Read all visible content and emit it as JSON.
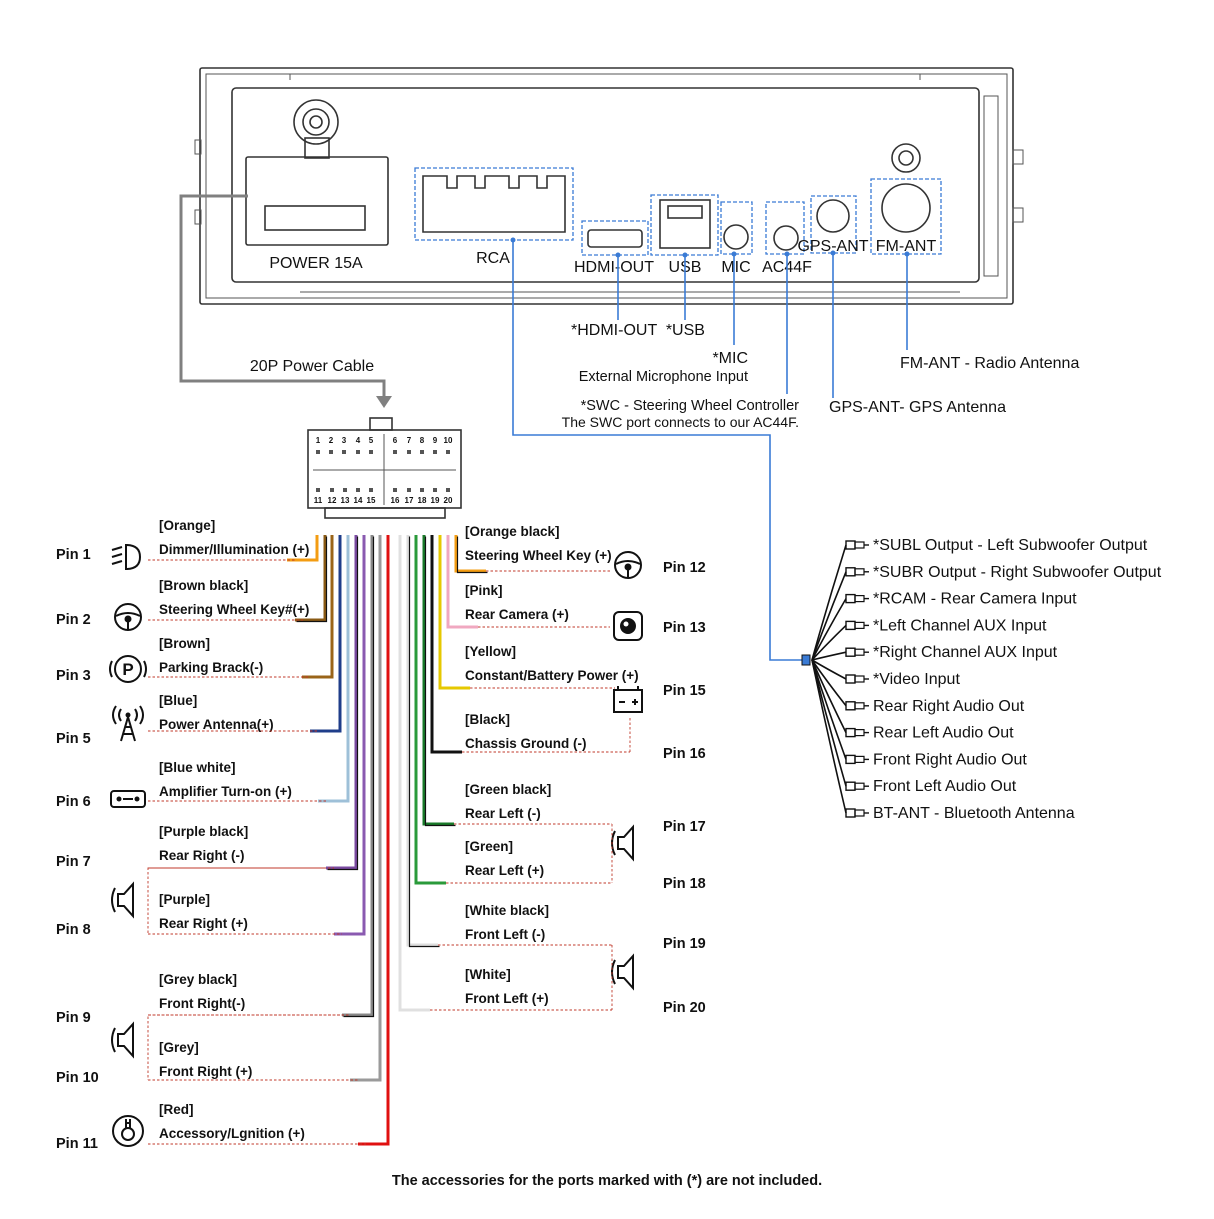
{
  "unit": {
    "ports": {
      "power": "POWER 15A",
      "rca": "RCA",
      "hdmi": "HDMI-OUT",
      "usb": "USB",
      "mic": "MIC",
      "ac44f": "AC44F",
      "gps": "GPS-ANT",
      "fm": "FM-ANT"
    }
  },
  "callouts": {
    "hdmi_usb": "*HDMI-OUT  *USB",
    "mic_title": "*MIC",
    "mic_desc": "External Microphone Input",
    "swc_title": "*SWC - Steering Wheel Controller",
    "swc_desc": "The SWC port connects to our AC44F.",
    "gps": "GPS-ANT- GPS Antenna",
    "fm": "FM-ANT - Radio Antenna"
  },
  "power_cable": {
    "title": "20P Power Cable",
    "top_numbers": [
      "1",
      "2",
      "3",
      "4",
      "5",
      "6",
      "7",
      "8",
      "9",
      "10"
    ],
    "bottom_numbers": [
      "11",
      "12",
      "13",
      "14",
      "15",
      "16",
      "17",
      "18",
      "19",
      "20"
    ]
  },
  "pins_left": [
    {
      "pin": "Pin 1",
      "color": "[Orange]",
      "function": "Dimmer/Illumination (+)",
      "icon": "headlight-icon",
      "wire": "#f39c12",
      "stripe": ""
    },
    {
      "pin": "Pin 2",
      "color": "[Brown black]",
      "function": "Steering Wheel Key#(+)",
      "icon": "steering-wheel-icon",
      "wire": "#8a5a14",
      "stripe": "#111111"
    },
    {
      "pin": "Pin 3",
      "color": "[Brown]",
      "function": "Parking Brack(-)",
      "icon": "parking-icon",
      "wire": "#9a6418",
      "stripe": ""
    },
    {
      "pin": "Pin 5",
      "color": "[Blue]",
      "function": "Power Antenna(+)",
      "icon": "antenna-icon",
      "wire": "#1f3d8a",
      "stripe": ""
    },
    {
      "pin": "Pin 6",
      "color": "[Blue white]",
      "function": "Amplifier Turn-on (+)",
      "icon": "amplifier-icon",
      "wire": "#9ec0d8",
      "stripe": ""
    },
    {
      "pin": "Pin 7",
      "color": "[Purple black]",
      "function": "Rear Right (-)",
      "icon": "speaker-icon",
      "wire": "#7a4aa0",
      "stripe": "#111111"
    },
    {
      "pin": "Pin 8",
      "color": "[Purple]",
      "function": "Rear Right (+)",
      "icon": "",
      "wire": "#8a5ab0",
      "stripe": ""
    },
    {
      "pin": "Pin 9",
      "color": "[Grey black]",
      "function": "Front Right(-)",
      "icon": "speaker-icon",
      "wire": "#888888",
      "stripe": "#111111"
    },
    {
      "pin": "Pin 10",
      "color": "[Grey]",
      "function": "Front Right (+)",
      "icon": "",
      "wire": "#9a9a9a",
      "stripe": ""
    },
    {
      "pin": "Pin 11",
      "color": "[Red]",
      "function": "Accessory/Lgnition (+)",
      "icon": "ignition-icon",
      "wire": "#e01010",
      "stripe": ""
    }
  ],
  "pins_right": [
    {
      "pin": "Pin 12",
      "color": "[Orange black]",
      "function": "Steering Wheel Key (+)",
      "icon": "steering-wheel-icon",
      "wire": "#f39c12",
      "stripe": "#111111"
    },
    {
      "pin": "Pin 13",
      "color": "[Pink]",
      "function": "Rear Camera (+)",
      "icon": "camera-icon",
      "wire": "#f0a8c0",
      "stripe": ""
    },
    {
      "pin": "Pin 15",
      "color": "[Yellow]",
      "function": "Constant/Battery Power (+)",
      "icon": "battery-icon",
      "wire": "#e6c800",
      "stripe": ""
    },
    {
      "pin": "Pin 16",
      "color": "[Black]",
      "function": "Chassis Ground (-)",
      "icon": "",
      "wire": "#111111",
      "stripe": ""
    },
    {
      "pin": "Pin 17",
      "color": "[Green black]",
      "function": "Rear Left (-)",
      "icon": "speaker-icon",
      "wire": "#1a7a2a",
      "stripe": "#111111"
    },
    {
      "pin": "Pin 18",
      "color": "[Green]",
      "function": "Rear Left (+)",
      "icon": "",
      "wire": "#2a9a3a",
      "stripe": ""
    },
    {
      "pin": "Pin 19",
      "color": "[White black]",
      "function": "Front Left (-)",
      "icon": "speaker-icon",
      "wire": "#dddddd",
      "stripe": "#111111"
    },
    {
      "pin": "Pin 20",
      "color": "[White]",
      "function": "Front Left (+)",
      "icon": "",
      "wire": "#e0e0e0",
      "stripe": ""
    }
  ],
  "rca_outputs": [
    "*SUBL Output - Left Subwoofer Output",
    "*SUBR Output - Right Subwoofer Output",
    "*RCAM - Rear Camera Input",
    "*Left Channel AUX Input",
    "*Right Channel AUX Input",
    "*Video Input",
    "Rear Right Audio Out",
    "Rear Left Audio Out",
    "Front Right Audio Out",
    "Front Left Audio Out",
    "BT-ANT - Bluetooth Antenna"
  ],
  "footnote": "The accessories for the ports marked with (*) are not included.",
  "colors": {
    "accent": "#3a7bd5",
    "guide": "#c0392b",
    "cable": "#808080"
  }
}
